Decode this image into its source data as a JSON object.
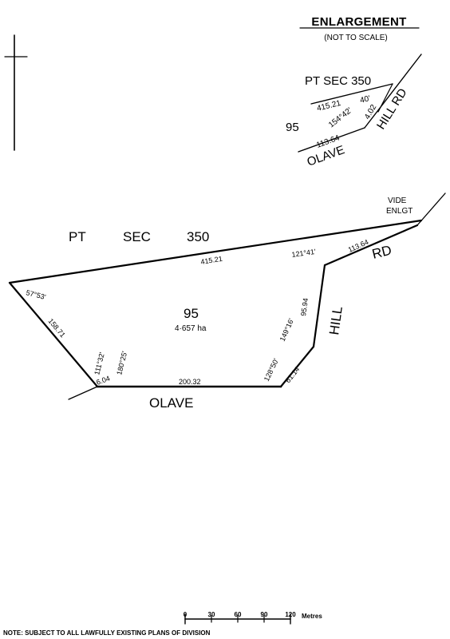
{
  "enlargement": {
    "title": "ENLARGEMENT",
    "subtitle": "(NOT TO SCALE)",
    "pt_sec": "PT SEC 350",
    "parcel": "95",
    "road_hill": "HILL RD",
    "road_olave": "OLAVE",
    "dim_top": "415.21",
    "dim_top_angle": "40'",
    "dim_side": "4.02",
    "angle_side": "154°42'",
    "dim_bottom": "113.64"
  },
  "main": {
    "pt": "PT",
    "sec": "SEC",
    "sec_num": "350",
    "vide": "VIDE",
    "enlgt": "ENLGT",
    "rd": "RD",
    "hill": "HILL",
    "olave": "OLAVE",
    "parcel": "95",
    "area": "4·657 ha",
    "dim_top": "415.21",
    "dim_road": "113.64",
    "dim_left": "158.71",
    "dim_right": "95.94",
    "dim_bottom": "200.32",
    "dim_corner": "61.14",
    "dim_small": "6.04",
    "angle_left": "57°53'",
    "angle_top_right": "121°41'",
    "angle_right": "149°16'",
    "angle_bottom_right": "128°50'",
    "angle_bottom_left_a": "111°32'",
    "angle_bottom_left_b": "180°25'"
  },
  "scale_bar": {
    "labels": [
      "0",
      "30",
      "60",
      "90",
      "120"
    ],
    "unit": "Metres"
  },
  "note": "NOTE: SUBJECT TO ALL LAWFULLY EXISTING PLANS OF DIVISION"
}
